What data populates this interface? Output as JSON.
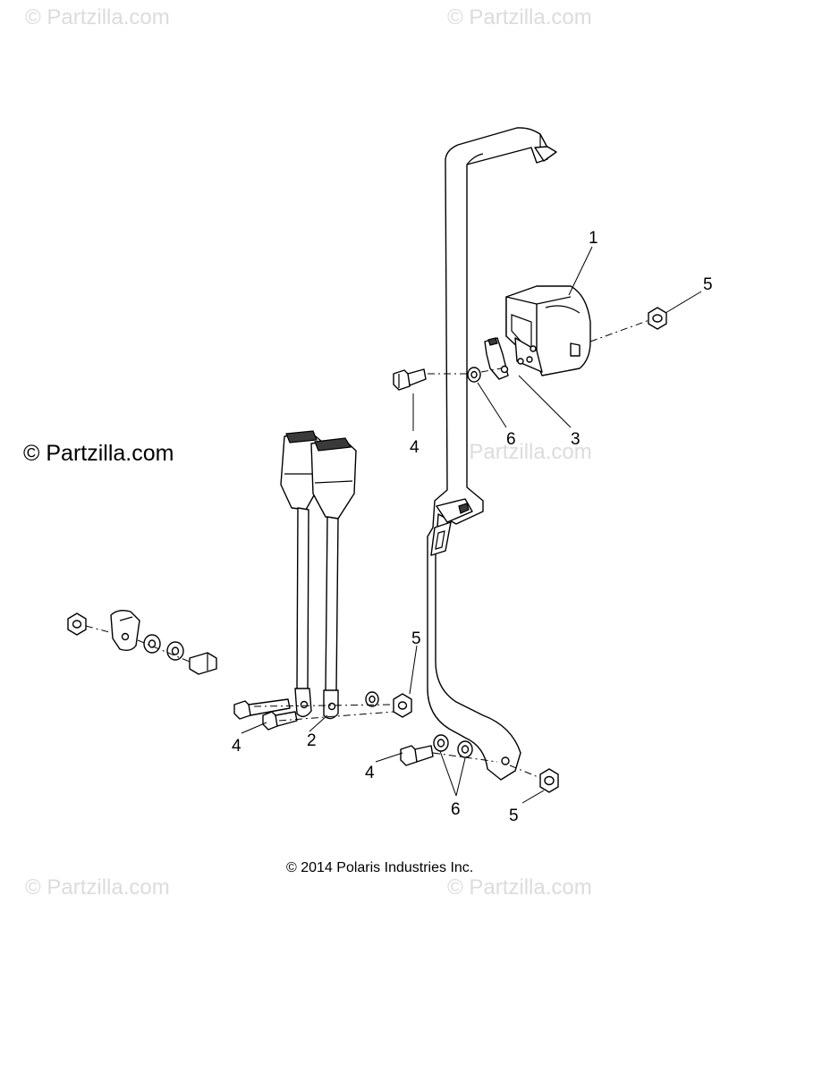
{
  "watermarks": [
    "© Partzilla.com",
    "© Partzilla.com",
    "© Partzilla.com",
    "© Partzilla.com",
    "© Partzilla.com"
  ],
  "brand_label": "© Partzilla.com",
  "copyright": "© 2014 Polaris Industries Inc.",
  "callouts": {
    "c1": "1",
    "c2": "2",
    "c3": "3",
    "c4a": "4",
    "c4b": "4",
    "c4c": "4",
    "c5a": "5",
    "c5b": "5",
    "c5c": "5",
    "c6a": "6",
    "c6b": "6"
  }
}
